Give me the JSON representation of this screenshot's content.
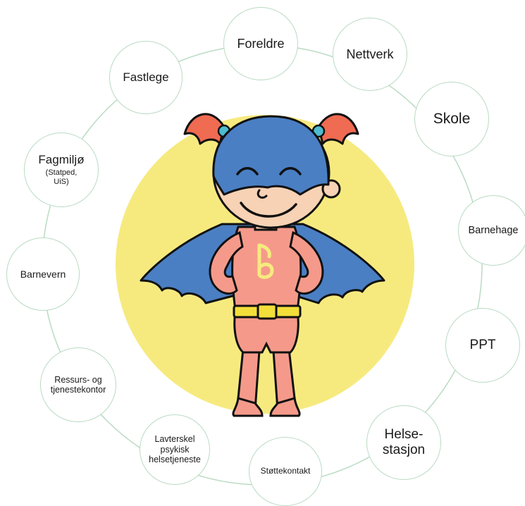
{
  "nodes": {
    "foreldre": "Foreldre",
    "nettverk": "Nettverk",
    "skole": "Skole",
    "barnehage": "Barnehage",
    "ppt": "PPT",
    "helsestasjon": {
      "line1": "Helse-",
      "line2": "stasjon"
    },
    "stottekontakt": "Støttekontakt",
    "lavterskel": {
      "line1": "Lavterskel",
      "line2": "psykisk",
      "line3": "helsetjeneste"
    },
    "ressurs": {
      "line1": "Ressurs- og",
      "line2": "tjenestekontor"
    },
    "barnevern": "Barnevern",
    "fagmiljo": {
      "title": "Fagmiljø",
      "sub1": "(Statped,",
      "sub2": "UiS)"
    },
    "fastlege": "Fastlege"
  },
  "colors": {
    "ring": "#b9dbc3",
    "sun": "#f6ea7f",
    "skin_face": "#f7d2b5",
    "suit": "#f59a8a",
    "mask_cape": "#4a7fc4",
    "hair": "#ef6b52",
    "belt": "#f2df3a"
  },
  "illustration": {
    "icon": "superhero-girl-illustration",
    "chest_emblem": "music-note-icon"
  }
}
